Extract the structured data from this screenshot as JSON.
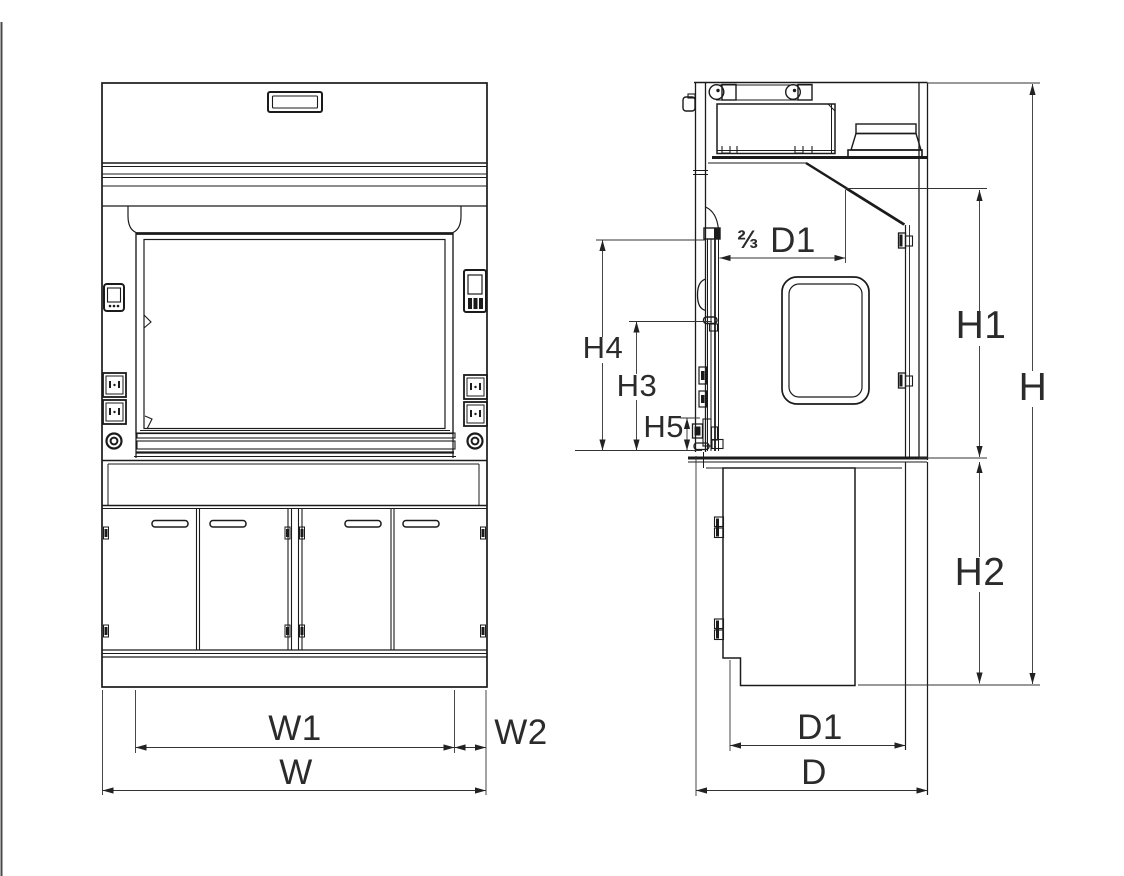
{
  "front": {
    "w1": "W1",
    "w2": "W2",
    "w": "W"
  },
  "side": {
    "fraction": "⅔",
    "d1_top": "D1",
    "h4": "H4",
    "h3": "H3",
    "h5": "H5",
    "h1": "H1",
    "h": "H",
    "h2": "H2",
    "d1": "D1",
    "d": "D"
  },
  "colors": {
    "line": "#1b1b1b",
    "dim": "#333333",
    "background": "#ffffff"
  }
}
